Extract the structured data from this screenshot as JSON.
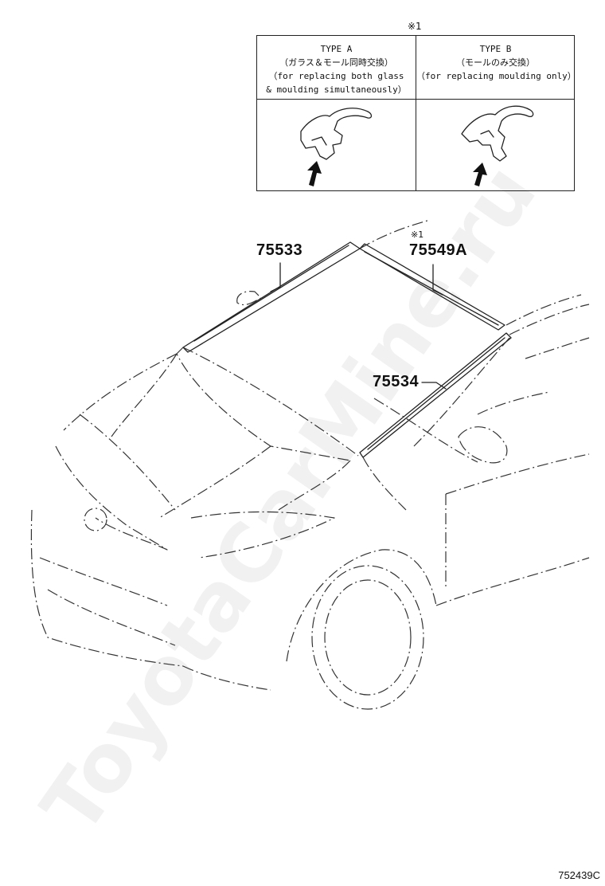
{
  "reference_mark": "※1",
  "table": {
    "type_a": {
      "title": "TYPE  A",
      "jp": "（ガラス＆モール同時交換）",
      "line1": "（for replacing both glass",
      "line2": "& moulding simultaneously）"
    },
    "type_b": {
      "title": "TYPE  B",
      "jp": "（モールのみ交換）",
      "line1": "（for replacing moulding only）"
    }
  },
  "parts": {
    "p1": "75533",
    "p2": "75549A",
    "p2_mark": "※1",
    "p3": "75534"
  },
  "diagram_code": "752439C",
  "watermark": "ToyotaCarMine.ru"
}
